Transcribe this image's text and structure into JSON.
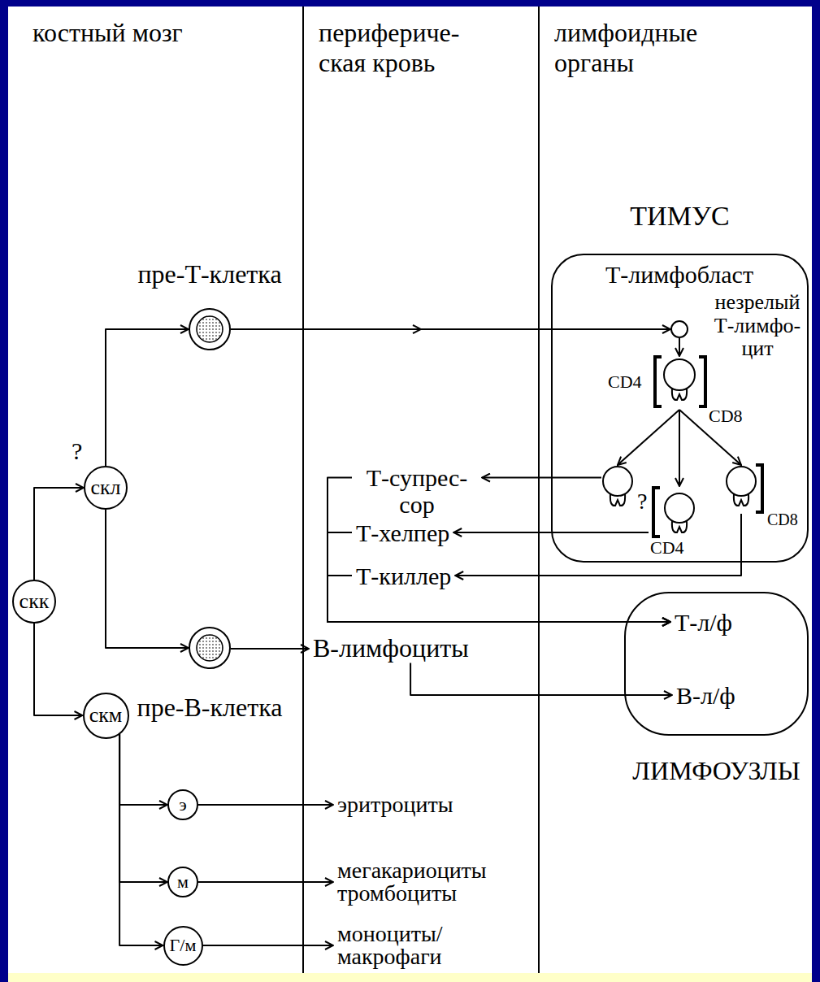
{
  "diagram": {
    "nodes": [
      {
        "text": [
          "ТИМУС"
        ]
      },
      {
        "text": [
          "Т-лимфобласт"
        ],
        "in": 0
      },
      {
        "text": [
          "незрелый Т-лимфо- цит",
          "CD4",
          "CD8"
        ],
        "in": 0
      },
      {
        "text": [
          "?"
        ],
        "in": 0
      },
      {
        "text": [
          "CD4"
        ],
        "in": 0
      },
      {
        "text": [
          "CD8"
        ],
        "in": 0
      },
      {
        "text": [
          "пре-Т-клетка"
        ]
      },
      {
        "text": [
          "скл"
        ]
      },
      {
        "text": [
          "Т-супрес- сор"
        ]
      },
      {
        "text": [
          "Т-хелпер"
        ]
      },
      {
        "text": [
          "Т-киллер"
        ]
      },
      {
        "text": [
          "скк"
        ]
      },
      {
        "text": [
          "ЛИМФОУЗЛЫ"
        ]
      },
      {
        "text": [
          "Т-л/ф"
        ],
        "in": 12
      },
      {
        "text": [
          "пре-В-клетка"
        ]
      },
      {
        "text": [
          "В-лимфоциты"
        ]
      },
      {
        "text": [
          "В-л/ф"
        ],
        "in": 12
      },
      {
        "text": [
          "скм"
        ]
      },
      {
        "text": [
          "э"
        ]
      },
      {
        "text": [
          "эритроциты"
        ]
      },
      {
        "text": [
          "м"
        ]
      },
      {
        "text": [
          "мегакариоциты тромбоциты"
        ]
      },
      {
        "text": [
          "Г/м"
        ]
      },
      {
        "text": [
          "моноциты/ макрофаги"
        ]
      }
    ],
    "edges": [
      {
        "from": 11,
        "to": 7,
        "arrow": "to"
      },
      {
        "from": 11,
        "to": 17,
        "arrow": "to"
      },
      {
        "from": 7,
        "to": 6,
        "arrow": "to"
      },
      {
        "from": 7,
        "to": 14,
        "arrow": "to"
      },
      {
        "from": 6,
        "to": 1,
        "arrow": "to"
      },
      {
        "from": 1,
        "to": 2,
        "arrow": "to"
      },
      {
        "from": 2,
        "to": 3,
        "arrow": "to"
      },
      {
        "from": 2,
        "to": 4,
        "arrow": "to"
      },
      {
        "from": 2,
        "to": 5,
        "arrow": "to"
      },
      {
        "from": 3,
        "to": 8,
        "arrow": "to"
      },
      {
        "from": 4,
        "to": 9,
        "arrow": "to"
      },
      {
        "from": 5,
        "to": 10,
        "arrow": "to"
      },
      {
        "from": 8,
        "to": 13,
        "arrow": "to"
      },
      {
        "from": 9,
        "to": 13,
        "arrow": "to"
      },
      {
        "from": 10,
        "to": 13,
        "arrow": "to"
      },
      {
        "from": 14,
        "to": 15,
        "arrow": "to"
      },
      {
        "from": 15,
        "to": 16,
        "arrow": "to"
      },
      {
        "from": 17,
        "to": 18,
        "arrow": "to"
      },
      {
        "from": 17,
        "to": 20,
        "arrow": "to"
      },
      {
        "from": 17,
        "to": 22,
        "arrow": "to"
      },
      {
        "from": 18,
        "to": 19,
        "arrow": "to"
      },
      {
        "from": 20,
        "to": 21,
        "arrow": "to"
      },
      {
        "from": 22,
        "to": 23,
        "arrow": "to"
      }
    ],
    "labels": [
      "костный мозг",
      "перифериче- ская кровь",
      "лимфоидные органы",
      "?"
    ]
  }
}
